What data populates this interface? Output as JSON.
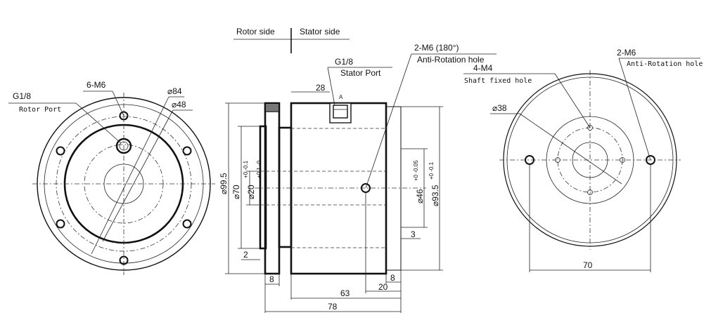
{
  "header": {
    "rotor_side": "Rotor side",
    "stator_side": "Stator side"
  },
  "left_view": {
    "port_size": "G1/8",
    "port_name": "Rotor Port",
    "bolt_holes": "6-M6",
    "dia_outer": "⌀84",
    "dia_inner": "⌀48"
  },
  "side_view": {
    "stator_port_size": "G1/8",
    "stator_port_name": "Stator Port",
    "section_mark": "A",
    "anti_rot_count": "2-M6 (180°)",
    "anti_rot_name": "Anti-Rotation hole",
    "dim_28": "28",
    "dim_995": "⌀99.5",
    "dim_70": "⌀70",
    "dim_70_tol": "+0 -0.1",
    "dim_20": "⌀20",
    "dim_20_tol": "+0.1 -0",
    "dim_46": "⌀46",
    "dim_46_tol": "+0 -0.05",
    "dim_935": "⌀93.5",
    "dim_935_tol": "+0 -0.1",
    "dim_3": "3",
    "dim_2": "2",
    "dim_8a": "8",
    "dim_8b": "8",
    "dim_63": "63",
    "dim_20b": "20",
    "dim_78": "78"
  },
  "right_view": {
    "anti_rot_count": "2-M6",
    "anti_rot_name": "Anti-Rotation hole",
    "shaft_count": "4-M4",
    "shaft_name": "Shaft fixed hole",
    "dia_38": "⌀38",
    "dim_70": "70"
  }
}
